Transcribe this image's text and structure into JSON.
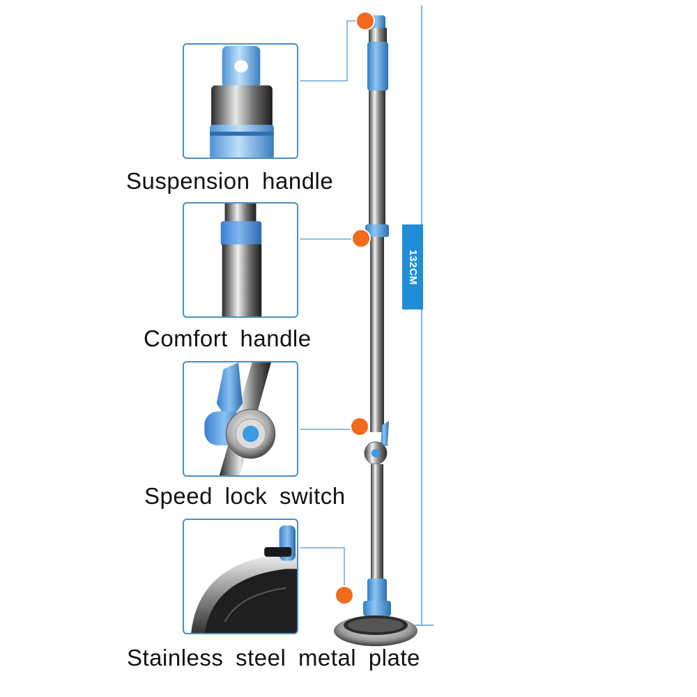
{
  "captions": {
    "suspension": "Suspension handle",
    "comfort": "Comfort handle",
    "speed_lock": "Speed lock switch",
    "plate": "Stainless steel metal plate"
  },
  "dimension": {
    "label": "132CM"
  },
  "colors": {
    "accent_blue": "#3c9ae0",
    "frame_blue": "#4a8fc4",
    "marker_orange": "#f26b1d",
    "badge_blue": "#1f8ed6"
  },
  "icons": [
    "orange-marker-dot",
    "mop-pole-illustration"
  ]
}
